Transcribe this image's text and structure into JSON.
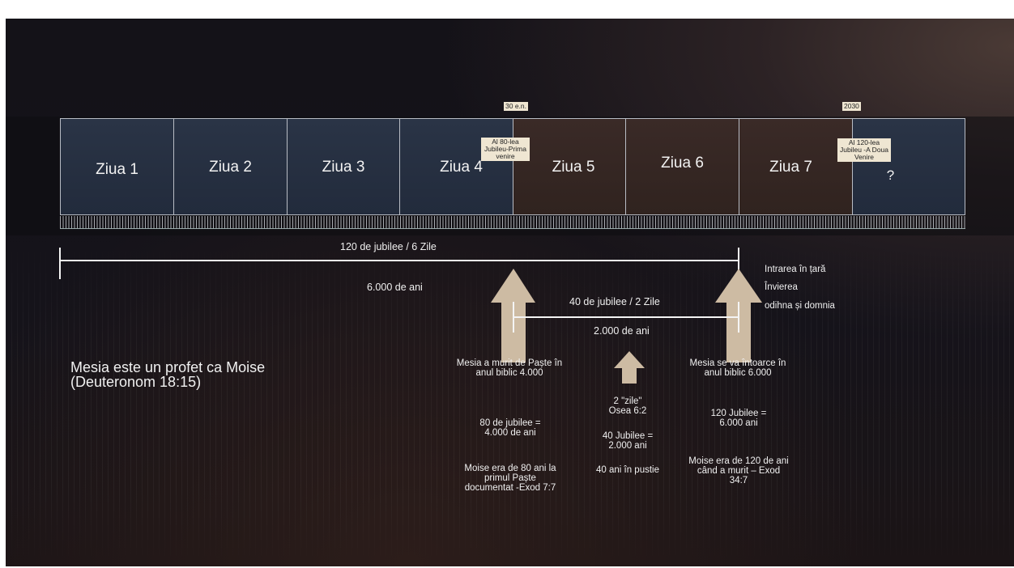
{
  "timeline": {
    "days": [
      "Ziua 1",
      "Ziua 2",
      "Ziua 3",
      "Ziua 4",
      "Ziua 5",
      "Ziua 6",
      "Ziua 7"
    ],
    "extra": "?",
    "marker_left": {
      "year": "30 e.n.",
      "label": "Al 80-lea Jubileu-Prima venire"
    },
    "marker_right": {
      "year": "2030",
      "label": "Al 120-lea Jubileu -A Doua Venire"
    }
  },
  "span_long": {
    "top": "120 de jubilee / 6 Zile",
    "bottom": "6.000 de ani"
  },
  "span_short": {
    "top": "40 de jubilee / 2 Zile",
    "bottom": "2.000 de ani"
  },
  "right_notes": [
    "Intrarea în țară",
    "Învierea",
    "odihna și domnia"
  ],
  "prophet": {
    "line1": "Mesia este un profet ca Moise",
    "line2": "(Deuteronom 18:15)"
  },
  "col_left": {
    "arrow": "Mesia a murit de Paște în anul biblic 4.000",
    "jubilee": "80 de jubilee = 4.000 de ani",
    "moses": "Moise era de 80 ani la primul Paște documentat -Exod 7:7"
  },
  "col_mid": {
    "days": "2 \"zile\" Osea 6:2",
    "jubilee": "40 Jubilee = 2.000 ani",
    "desert": "40 ani în pustie"
  },
  "col_right": {
    "arrow": "Mesia se va întoarce în anul biblic 6.000",
    "jubilee": "120 Jubilee = 6.000 ani",
    "moses": "Moise era de 120 de ani când a murit – Exod 34:7"
  },
  "colors": {
    "arrow": "#cdbba3",
    "blue_cell": "#242d3e",
    "brown_cell": "#33251f"
  }
}
